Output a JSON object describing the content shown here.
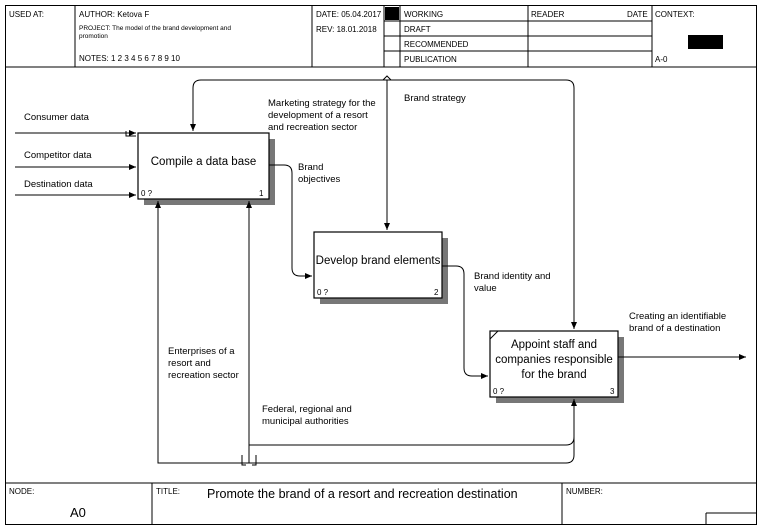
{
  "header": {
    "used_at_label": "USED AT:",
    "author": "AUTHOR:  Ketova F",
    "project_line1": "PROJECT:  The model of the brand development  and",
    "project_line2": "promotion",
    "notes": "NOTES:  1  2  3  4  5  6  7  8  9  10",
    "date": "DATE:  05.04.2017",
    "rev": "REV:   18.01.2018",
    "status": [
      "WORKING",
      "DRAFT",
      "RECOMMENDED",
      "PUBLICATION"
    ],
    "reader_label": "READER",
    "date_label": "DATE",
    "context_label": "CONTEXT:",
    "context_node": "A-0"
  },
  "boxes": [
    {
      "label": "Compile a data base",
      "ref": "0 ?",
      "number": "1"
    },
    {
      "label": "Develop brand elements",
      "ref": "0 ?",
      "number": "2"
    },
    {
      "label": "Appoint staff and companies responsible for the brand",
      "ref": "0 ?",
      "number": "3"
    }
  ],
  "arrows": {
    "consumer_data": "Consumer data",
    "competitor_data": "Competitor data",
    "destination_data": "Destination data",
    "marketing_strategy": "Marketing strategy for the development of a resort and recreation sector",
    "brand_strategy": "Brand strategy",
    "brand_objectives": "Brand objectives",
    "brand_identity": "Brand identity and value",
    "creating_brand": "Creating an identifiable brand of a destination",
    "enterprises": "Enterprises of a resort and recreation sector",
    "authorities": "Federal, regional and municipal authorities"
  },
  "footer": {
    "node_label": "NODE:",
    "node_value": "A0",
    "title_label": "TITLE:",
    "title": "Promote the brand of a resort  and recreation destination",
    "number_label": "NUMBER:"
  }
}
